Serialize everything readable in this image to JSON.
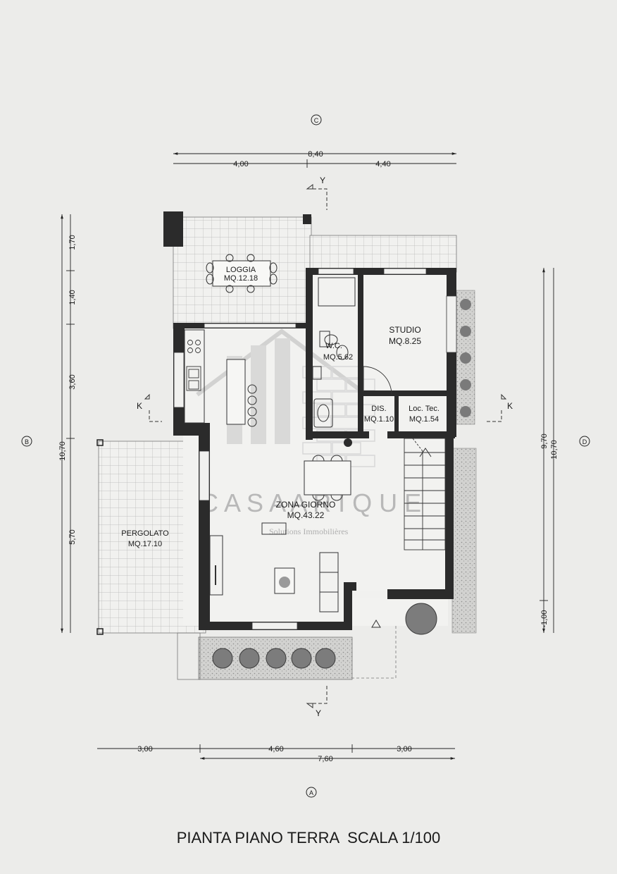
{
  "title": "PIANTA PIANO TERRA  SCALA 1/100",
  "watermark": {
    "brand": "C A S A   A  R I Q U E",
    "tagline": "Solutions Immobilières"
  },
  "orientation": {
    "top": "C",
    "bottom": "A",
    "left": "B",
    "right": "D"
  },
  "sections": {
    "y": "Y",
    "k": "K"
  },
  "rooms": {
    "loggia": {
      "name": "LOGGIA",
      "area": "MQ.12.18"
    },
    "wc": {
      "name": "W.C.",
      "area": "MQ.5.62"
    },
    "studio": {
      "name": "STUDIO",
      "area": "MQ.8.25"
    },
    "dis": {
      "name": "DIS.",
      "area": "MQ.1.10"
    },
    "loctec": {
      "name": "Loc. Tec.",
      "area": "MQ.1.54"
    },
    "zona": {
      "name": "ZONA GIORNO",
      "area": "MQ.43.22"
    },
    "pergola": {
      "name": "PERGOLATO",
      "area": "MQ.17.10"
    }
  },
  "dims": {
    "top_total": "8,40",
    "top_left": "4,00",
    "top_right": "4,40",
    "bottom_left": "3,00",
    "bottom_mid": "4,60",
    "bottom_right": "3,00",
    "bottom_total": "7,60",
    "left_total": "10,70",
    "left_1": "1,70",
    "left_2": "1,40",
    "left_3": "3,60",
    "left_4": "5,70",
    "right_1": "9,70",
    "right_2": "10,70",
    "right_3": "-1,00"
  },
  "colors": {
    "wall": "#2b2b2b",
    "paper": "#ececea",
    "line": "#333333"
  }
}
